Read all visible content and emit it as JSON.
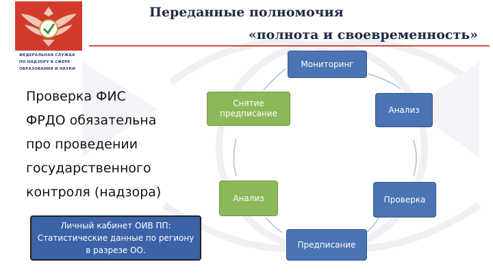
{
  "header": {
    "title_line1": "Переданные полномочия",
    "title_line2": "«полнота и своевременность»",
    "agency_lines": [
      "ФЕДЕРАЛЬНАЯ СЛУЖБА",
      "ПО НАДЗОРУ В СФЕРЕ",
      "ОБРАЗОВАНИЯ И НАУКИ"
    ],
    "accent_color": "#d23a2b"
  },
  "lead_text": [
    "Проверка ФИС",
    "ФРДО обязательна",
    "про проведении",
    "государственного",
    "контроля (надзора)"
  ],
  "note_text": "Личный кабинет ОИВ ПП: Статистические данные по региону в разрезе ОО.",
  "cycle": {
    "monitoring": "Мониторинг",
    "analysis_right": "Анализ",
    "inspection": "Проверка",
    "prescription": "Предписание",
    "analysis_left": "Анализ",
    "removal": "Снятие предписание"
  },
  "colors": {
    "blue": "#4a74b4",
    "green": "#8db85a"
  }
}
